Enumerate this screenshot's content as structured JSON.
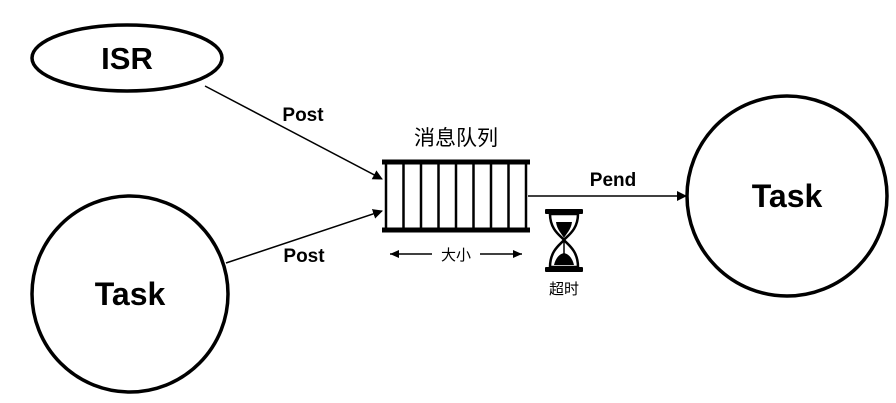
{
  "nodes": {
    "isr": {
      "label": "ISR"
    },
    "task_left": {
      "label": "Task"
    },
    "task_right": {
      "label": "Task"
    }
  },
  "edges": {
    "isr_post": {
      "label": "Post"
    },
    "task_post": {
      "label": "Post"
    },
    "pend": {
      "label": "Pend"
    }
  },
  "queue": {
    "title": "消息队列",
    "size_label": "大小",
    "slot_count": 8
  },
  "timeout": {
    "label": "超时",
    "icon": "hourglass-icon"
  },
  "colors": {
    "stroke": "#000000",
    "background": "#ffffff"
  }
}
